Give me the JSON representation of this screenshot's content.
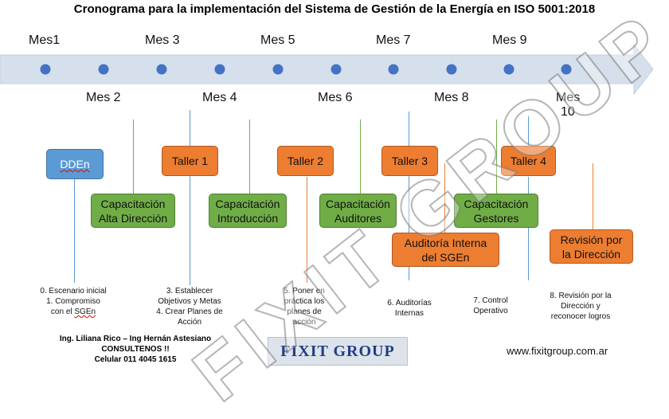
{
  "title": "Cronograma para la implementación del Sistema de Gestión de la Energía en ISO 5001:2018",
  "months_top": [
    "Mes1",
    "Mes 3",
    "Mes 5",
    "Mes 7",
    "Mes 9"
  ],
  "months_bottom": [
    "Mes 2",
    "Mes 4",
    "Mes 6",
    "Mes 8"
  ],
  "month_10": {
    "line1": "Mes",
    "line2": "10"
  },
  "boxes": {
    "dden": "DDEn",
    "taller1": "Taller 1",
    "taller2": "Taller 2",
    "taller3": "Taller 3",
    "taller4": "Taller 4",
    "cap_alta": {
      "line1": "Capacitación",
      "line2": "Alta Dirección"
    },
    "cap_intro": {
      "line1": "Capacitación",
      "line2": "Introducción"
    },
    "cap_audit": {
      "line1": "Capacitación",
      "line2": "Auditores"
    },
    "cap_gest": {
      "line1": "Capacitación",
      "line2": "Gestores"
    },
    "auditoria": {
      "line1": "Auditoría Interna",
      "line2": "del SGEn"
    },
    "revision": {
      "line1": "Revisión por",
      "line2": "la Dirección"
    }
  },
  "notes": {
    "n1": {
      "l1": "0. Escenario inicial",
      "l2": "1. Compromiso",
      "l3a": "con el ",
      "l3b": "SGEn"
    },
    "n2": {
      "l1": "3. Establecer",
      "l2": "Objetivos y Metas",
      "l3": "4. Crear Planes de",
      "l4": "Acción"
    },
    "n3": {
      "l1": "5. Poner en",
      "l2": "práctica los",
      "l3": "planes de",
      "l4": "acción"
    },
    "n4": {
      "l1": "6. Auditorías",
      "l2": "Internas"
    },
    "n5": {
      "l1": "7. Control",
      "l2": "Operativo"
    },
    "n6": {
      "l1": "8. Revisión por la",
      "l2": "Dirección y",
      "l3": "reconocer logros"
    }
  },
  "credits": {
    "l1": "Ing. Liliana Rico – Ing Hernán Astesiano",
    "l2": "CONSULTENOS !!",
    "l3": "Celular 011 4045 1615"
  },
  "brand": "FIXIT GROUP",
  "watermark": "FIXIT GROUP",
  "url": "www.fixitgroup.com.ar",
  "colors": {
    "blue": "#5b9bd5",
    "orange": "#ed7d31",
    "green": "#70ad47",
    "arrow": "#d6dfec",
    "dot": "#4472c4"
  }
}
